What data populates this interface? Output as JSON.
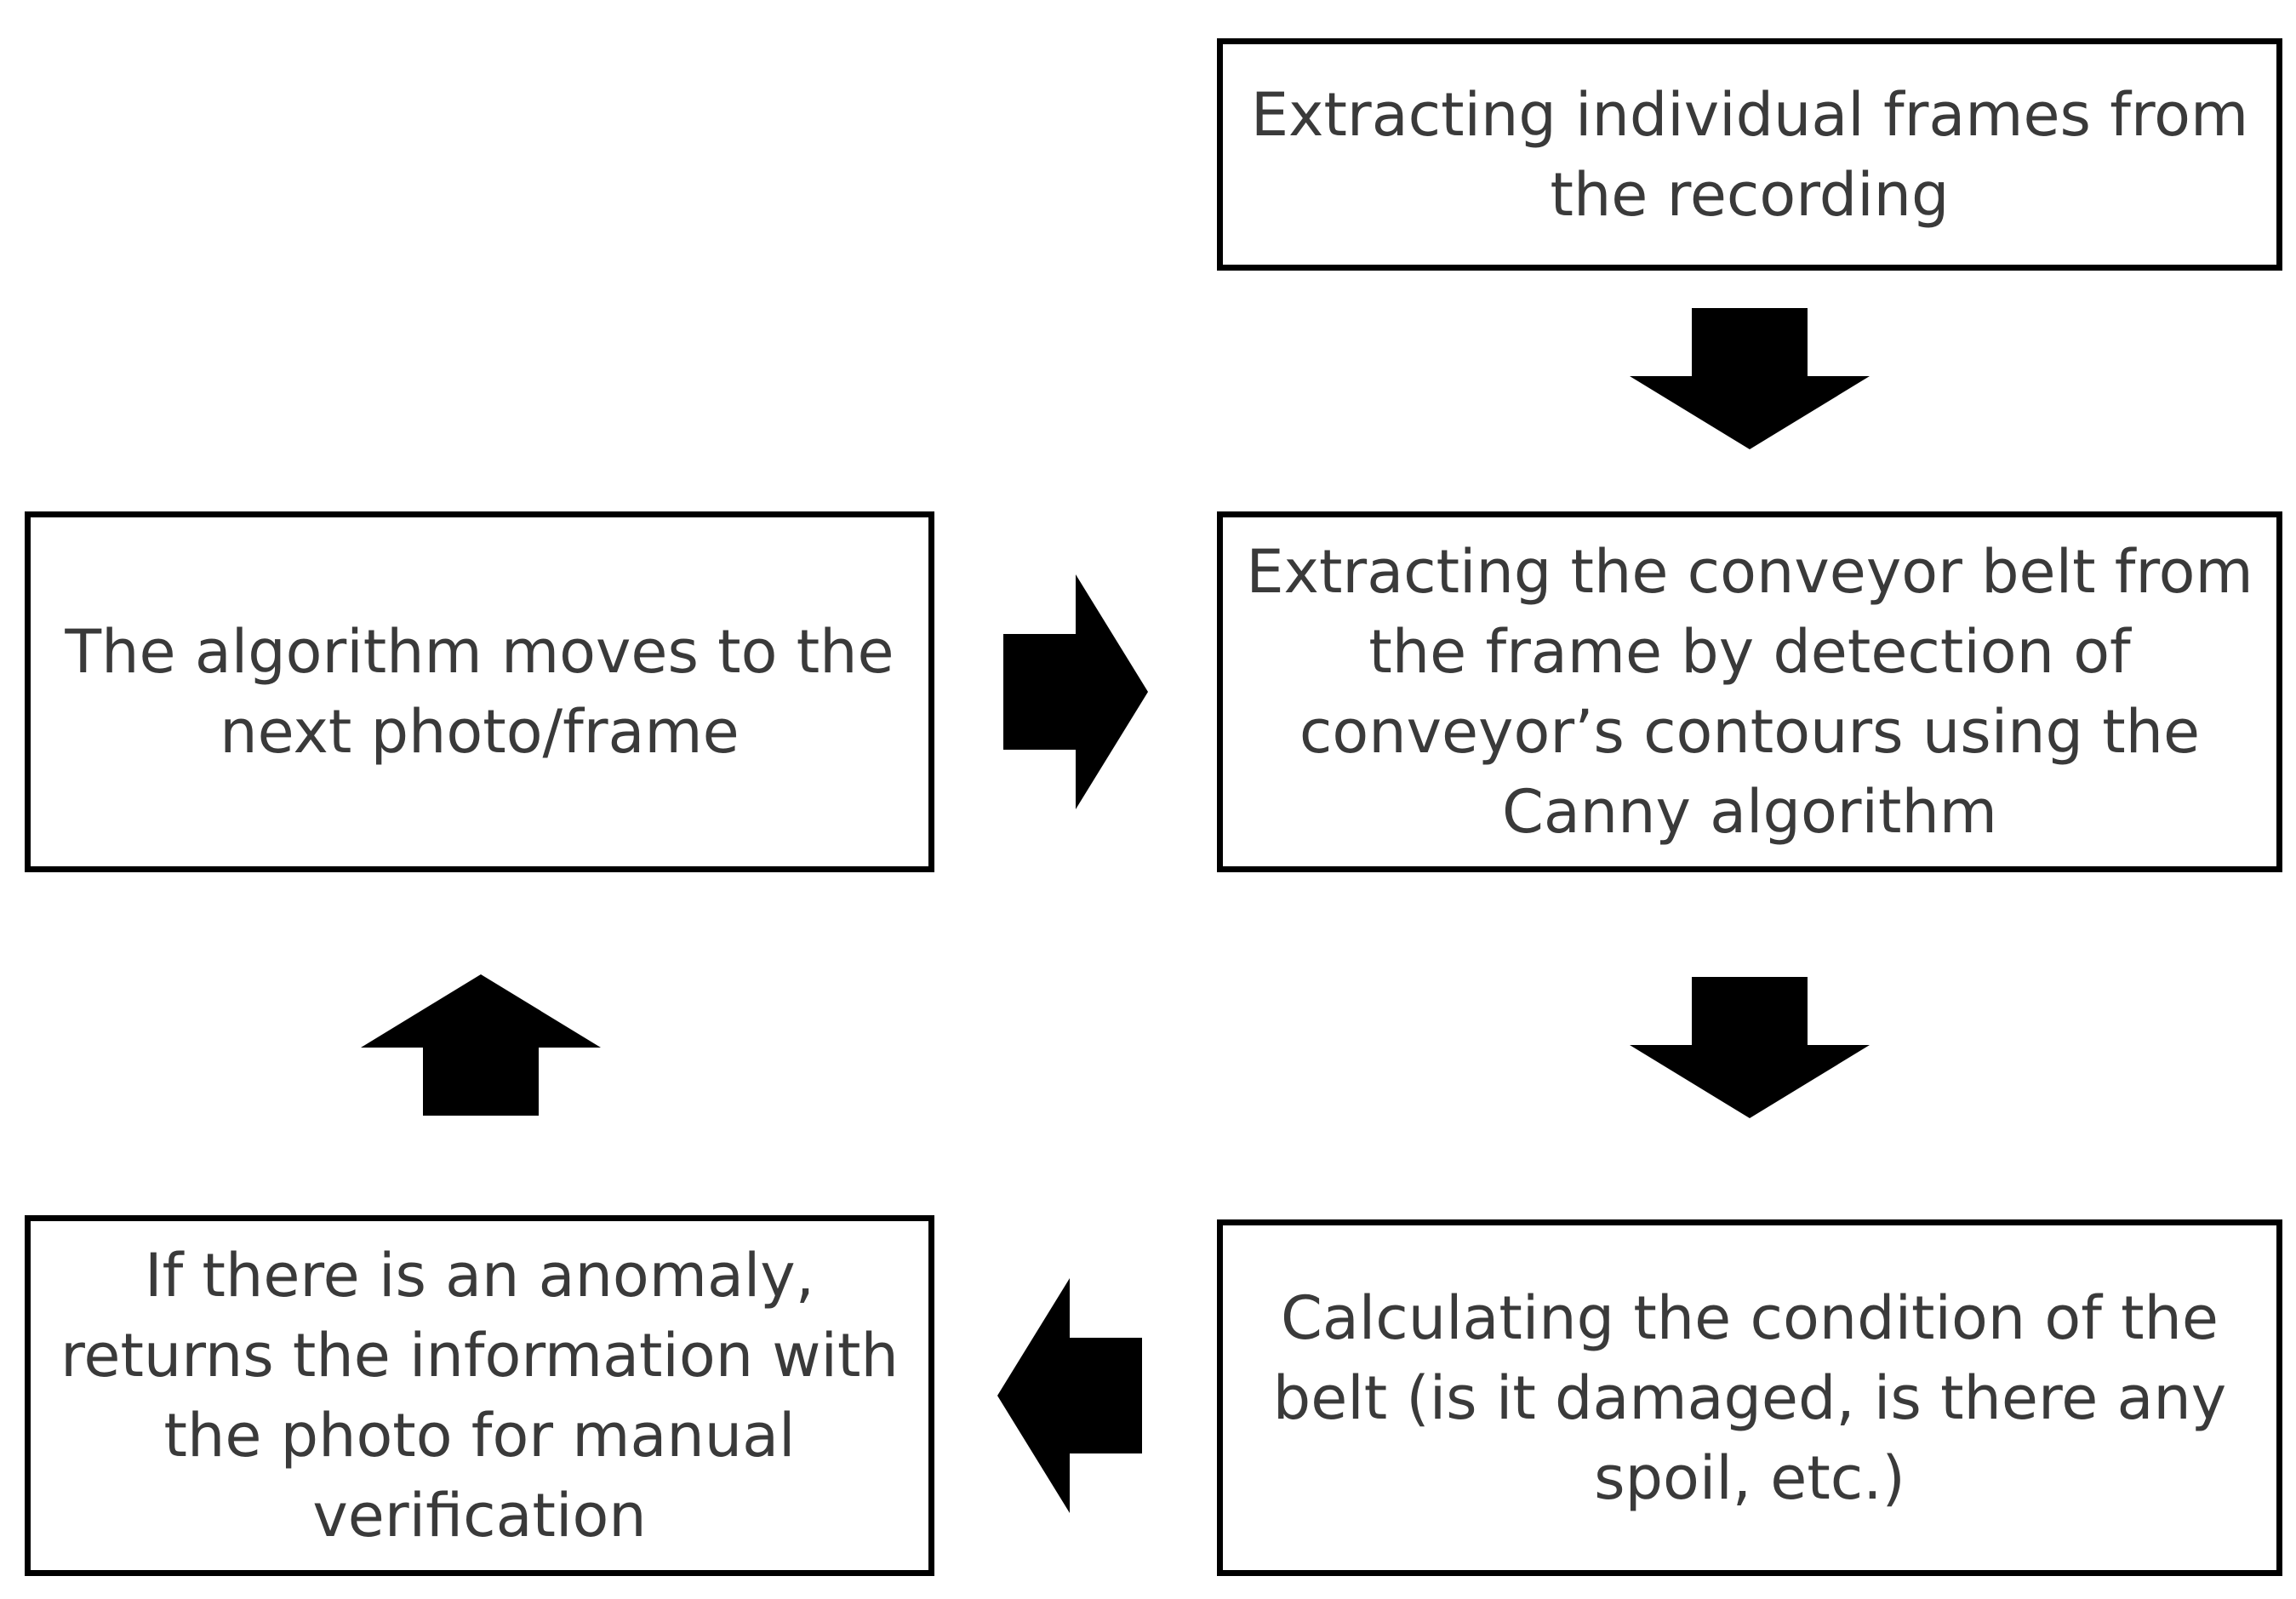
{
  "diagram": {
    "nodes": {
      "extract_frames": {
        "text": "Extracting individual frames from the recording"
      },
      "extract_belt": {
        "text": "Extracting the conveyor belt from the frame by detection of conveyor’s contours using the Canny algorithm"
      },
      "calc_condition": {
        "text": "Calculating the condition of the belt (is it damaged, is there any spoil, etc.)"
      },
      "anomaly": {
        "text": "If there is an anomaly, returns the information with the photo for manual verification"
      },
      "next_frame": {
        "text": "The algorithm moves to the next photo/frame"
      }
    },
    "edges": [
      {
        "from": "extract_frames",
        "to": "extract_belt",
        "direction": "down"
      },
      {
        "from": "extract_belt",
        "to": "calc_condition",
        "direction": "down"
      },
      {
        "from": "calc_condition",
        "to": "anomaly",
        "direction": "left"
      },
      {
        "from": "anomaly",
        "to": "next_frame",
        "direction": "up"
      },
      {
        "from": "next_frame",
        "to": "extract_belt",
        "direction": "right"
      }
    ],
    "colors": {
      "border": "#000000",
      "arrow": "#000000",
      "text": "#3a3a3a",
      "background": "#ffffff"
    }
  }
}
